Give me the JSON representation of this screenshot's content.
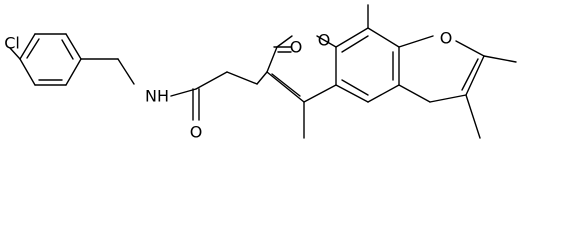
{
  "molecule": {
    "atom_labels": {
      "chlorine": "Cl",
      "amide_nitrogen": "NH",
      "amide_oxygen": "O",
      "lactone_carbonyl_oxygen": "O",
      "pyran_ring_oxygen": "O",
      "furan_ring_oxygen": "O"
    },
    "colors": {
      "bond": "#000000",
      "label": "#000000",
      "background": "#ffffff"
    }
  }
}
